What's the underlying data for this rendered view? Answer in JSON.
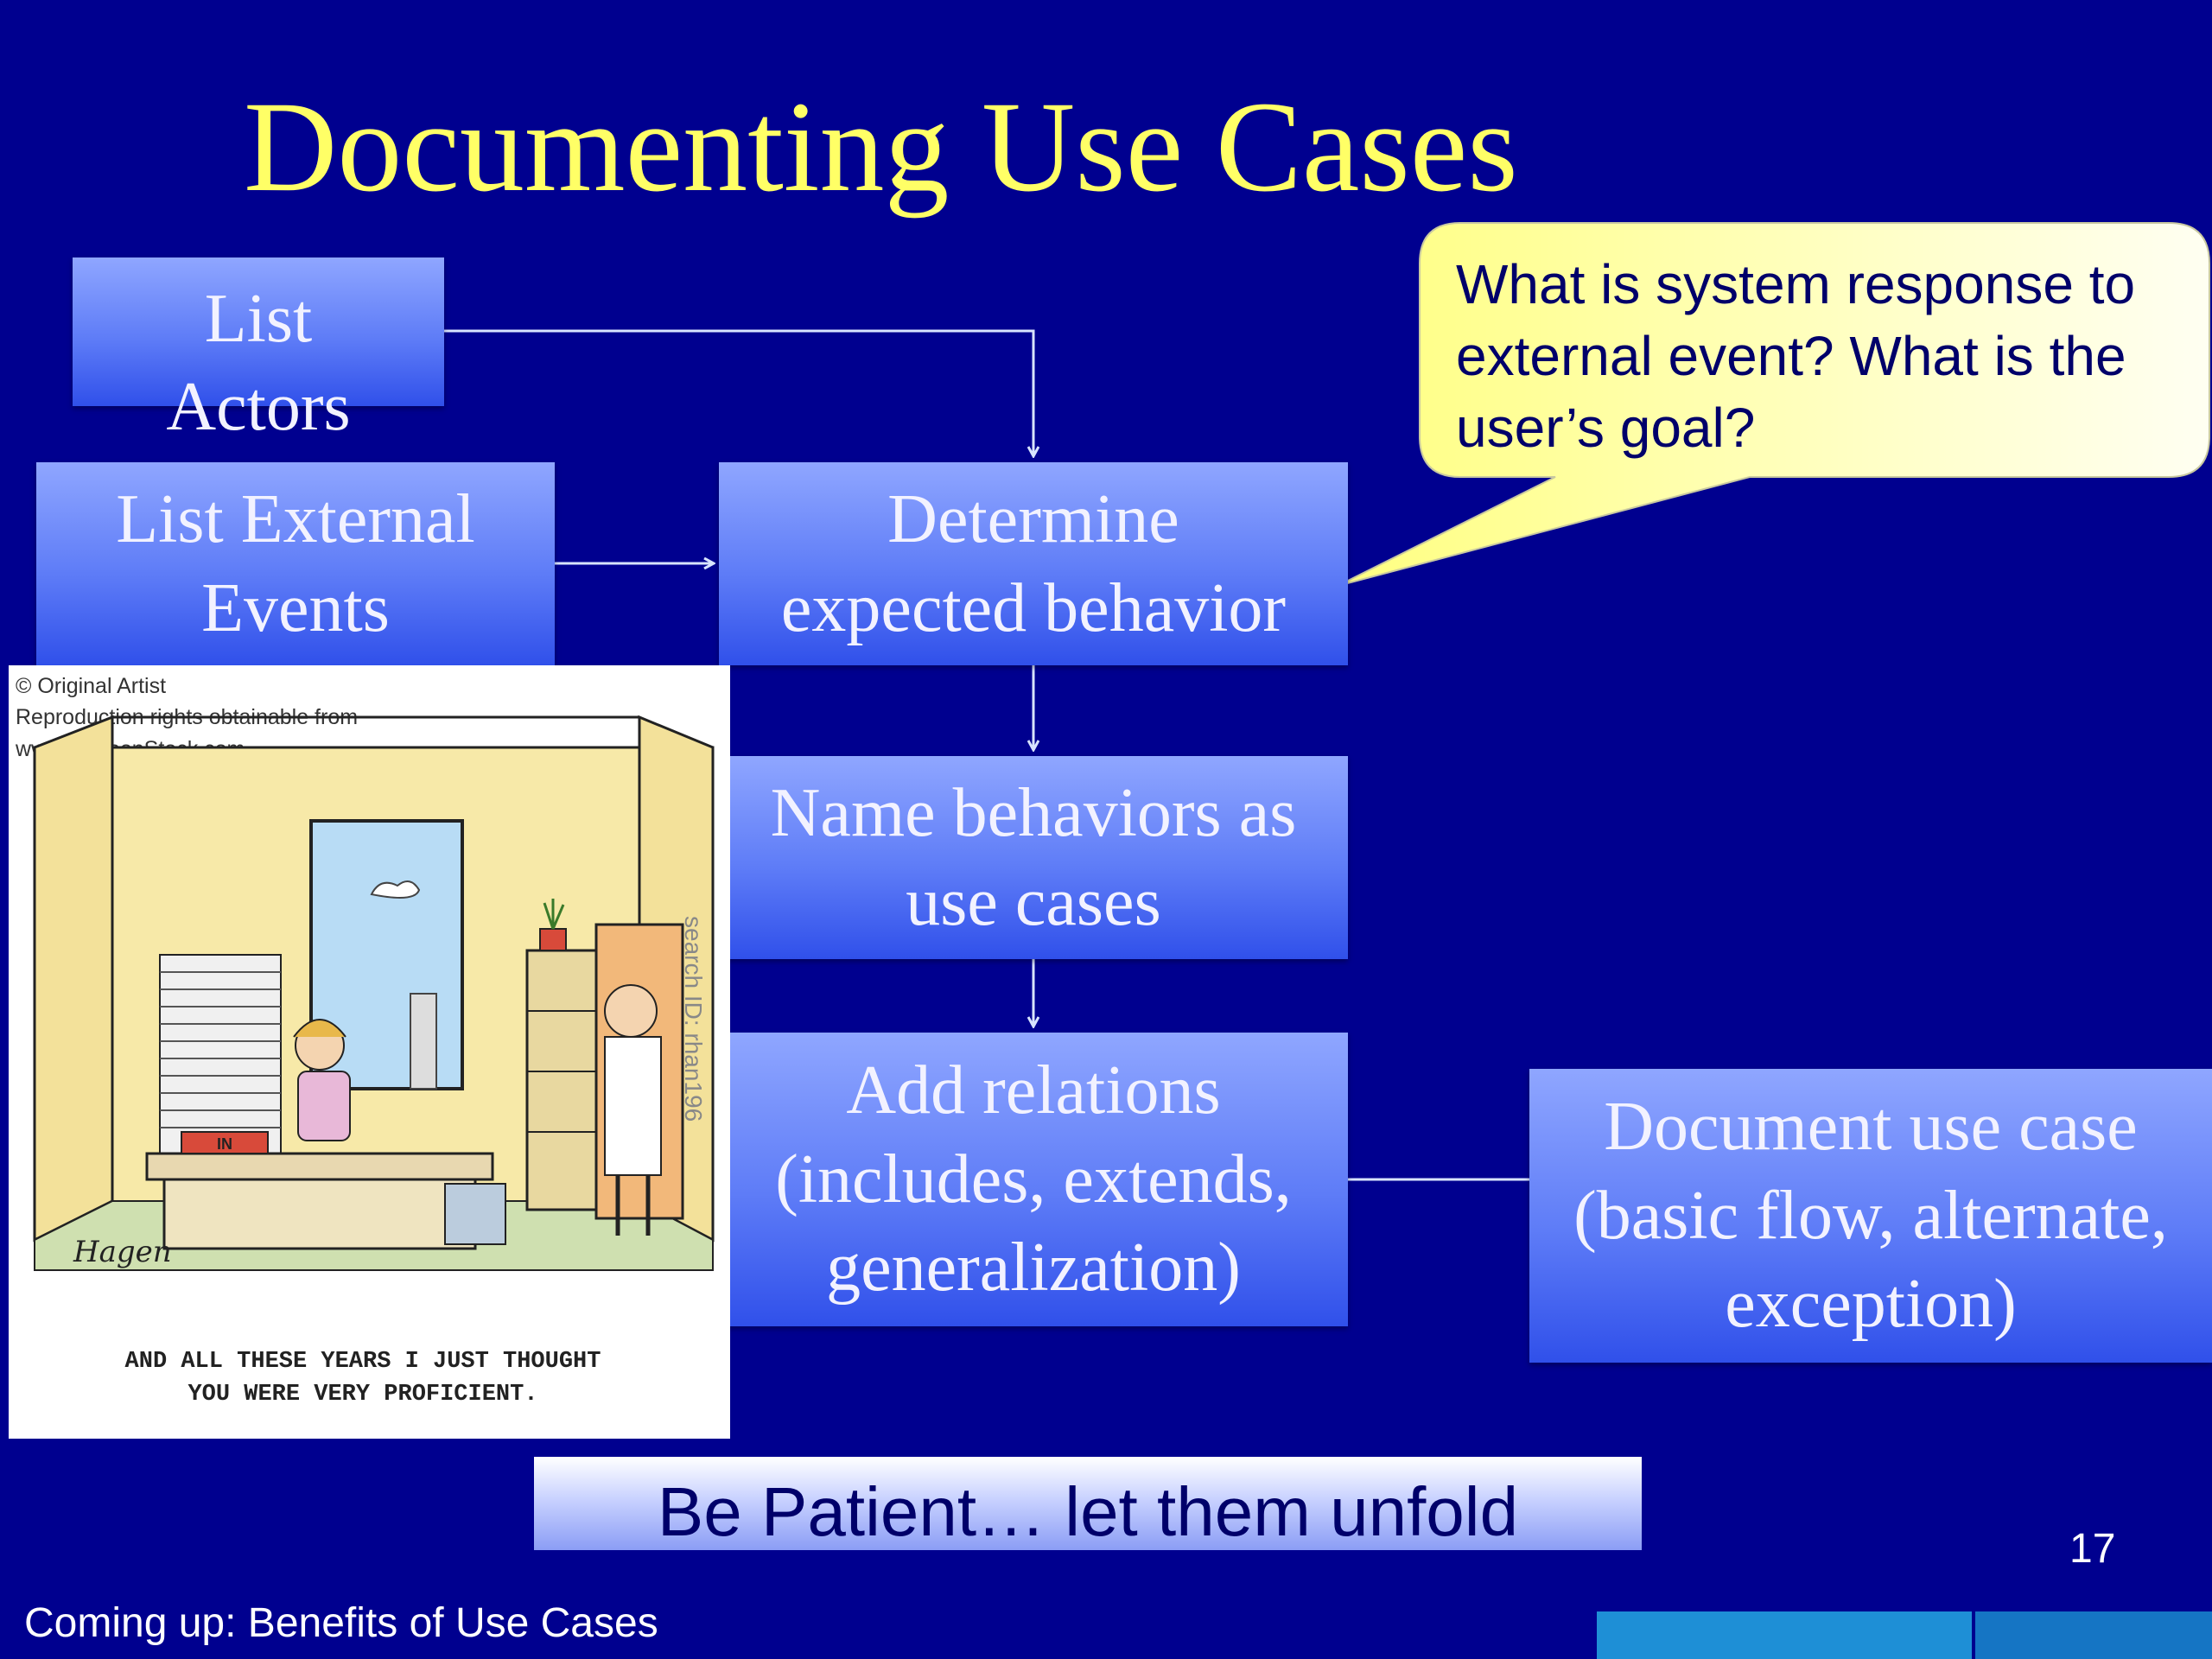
{
  "slide": {
    "title": "Documenting Use Cases",
    "page_number": "17",
    "footer_note": "Coming up: Benefits of Use Cases"
  },
  "boxes": {
    "actors": [
      "List",
      "Actors"
    ],
    "events": [
      "List External",
      "Events"
    ],
    "determine": [
      "Determine",
      "expected behavior"
    ],
    "name": [
      "Name behaviors as",
      "use cases"
    ],
    "relations": [
      "Add relations",
      "(includes, extends,",
      "generalization)"
    ],
    "document": [
      "Document use case",
      "(basic flow, alternate,",
      "exception)"
    ]
  },
  "callout": {
    "text": "What is system response to external event? What is the user’s goal?"
  },
  "cartoon": {
    "credit_lines": [
      "© Original Artist",
      "Reproduction rights obtainable from",
      "www.CartoonStock.com"
    ],
    "side_text": "search ID: rhan196",
    "caption_lines": [
      "AND ALL THESE YEARS I JUST THOUGHT",
      "YOU WERE VERY PROFICIENT."
    ],
    "desk_tray_label": "IN",
    "signature": "Hagen"
  },
  "banner": {
    "text": "Be Patient… let them unfold"
  },
  "colors": {
    "background": "#00008f",
    "title": "#ffff66",
    "box_gradient_top": "#8fa6ff",
    "box_gradient_bottom": "#3050ea",
    "callout_fill": "#ffffaa",
    "connector": "#d8e4ff",
    "footer_bar": "#1e8fd6"
  }
}
